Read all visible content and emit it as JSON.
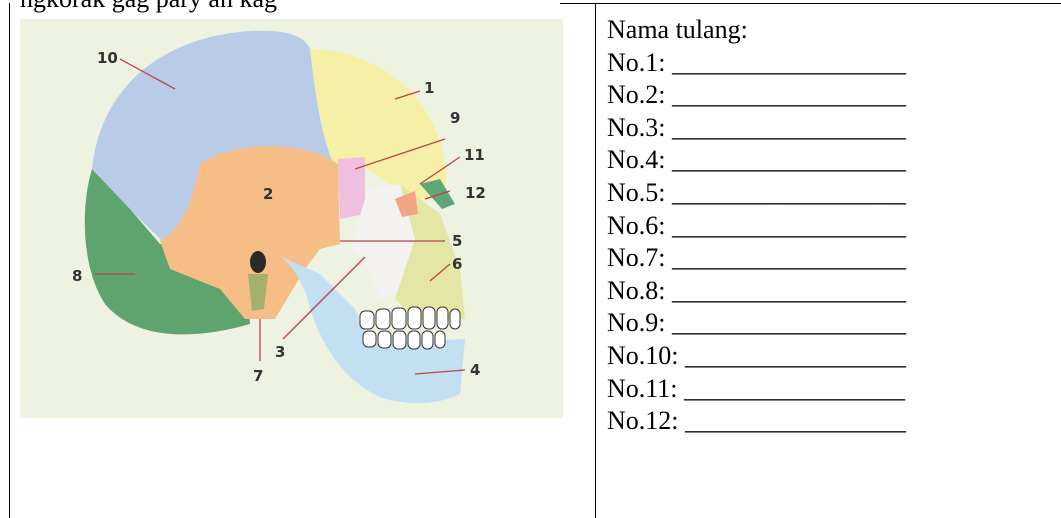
{
  "caption": {
    "visible_text": "ngkorak gag pary an kag"
  },
  "figure": {
    "labels": [
      "1",
      "2",
      "3",
      "4",
      "5",
      "6",
      "7",
      "8",
      "9",
      "10",
      "11",
      "12"
    ],
    "colors": {
      "frontal": "#f5f0a6",
      "temporal": "#f6be86",
      "zygomatic": "#f4f2f0",
      "mandible": "#c3dff2",
      "maxilla": "#e3e6a4",
      "occipital": "#5fa36e",
      "sphenoid": "#f0bfe0",
      "parietal": "#b8cce8",
      "nasal": "#5ca67a",
      "lacrimal": "#f3a484",
      "background": "#edf3e0"
    }
  },
  "answer_sheet": {
    "heading": "Nama tulang:",
    "rows": [
      {
        "label": "No.1:",
        "blank": "__________________"
      },
      {
        "label": "No.2:",
        "blank": "__________________"
      },
      {
        "label": "No.3:",
        "blank": "__________________"
      },
      {
        "label": "No.4:",
        "blank": "__________________"
      },
      {
        "label": "No.5:",
        "blank": "__________________"
      },
      {
        "label": "No.6:",
        "blank": "__________________"
      },
      {
        "label": "No.7:",
        "blank": "__________________"
      },
      {
        "label": "No.8:",
        "blank": "__________________"
      },
      {
        "label": "No.9:",
        "blank": "__________________"
      },
      {
        "label": "No.10:",
        "blank": "_________________"
      },
      {
        "label": "No.11:",
        "blank": "_________________"
      },
      {
        "label": "No.12:",
        "blank": "_________________"
      }
    ]
  }
}
